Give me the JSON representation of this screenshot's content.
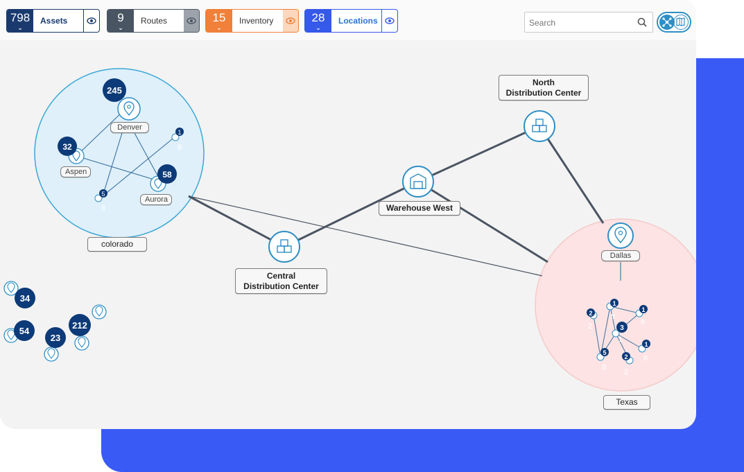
{
  "filters": [
    {
      "count": "798",
      "label": "Assets",
      "color": "#1a3a6e"
    },
    {
      "count": "9",
      "label": "Routes",
      "color": "#4a5563"
    },
    {
      "count": "15",
      "label": "Inventory",
      "color": "#f0803a"
    },
    {
      "count": "28",
      "label": "Locations",
      "color": "#3559e8"
    }
  ],
  "search": {
    "placeholder": "Search"
  },
  "map": {
    "regions": {
      "colorado": {
        "label": "colorado",
        "color": "#dff0fa"
      },
      "texas": {
        "label": "Texas",
        "color": "#fde3e3"
      }
    },
    "facilities": {
      "north_dc": {
        "label": "North\nDistribution Center"
      },
      "warehouse_west": {
        "label": "Warehouse West"
      },
      "central_dc": {
        "label": "Central\nDistribution Center"
      }
    },
    "places": {
      "denver": {
        "label": "Denver",
        "count": "245"
      },
      "aspen": {
        "label": "Aspen",
        "count": "32"
      },
      "aurora": {
        "label": "Aurora",
        "count": "58"
      },
      "dallas": {
        "label": "Dallas"
      }
    },
    "colorado_small": {
      "badge_a": "1",
      "sub_a": "8",
      "badge_b": "5",
      "sub_b": "8"
    },
    "texas_cluster": {
      "badges": [
        "2",
        "1",
        "1",
        "3",
        "1",
        "5",
        "2"
      ],
      "subs": [
        "2",
        "8",
        "8",
        "1",
        "8",
        "8",
        "2"
      ]
    },
    "outliers": [
      "34",
      "54",
      "23",
      "212"
    ]
  }
}
